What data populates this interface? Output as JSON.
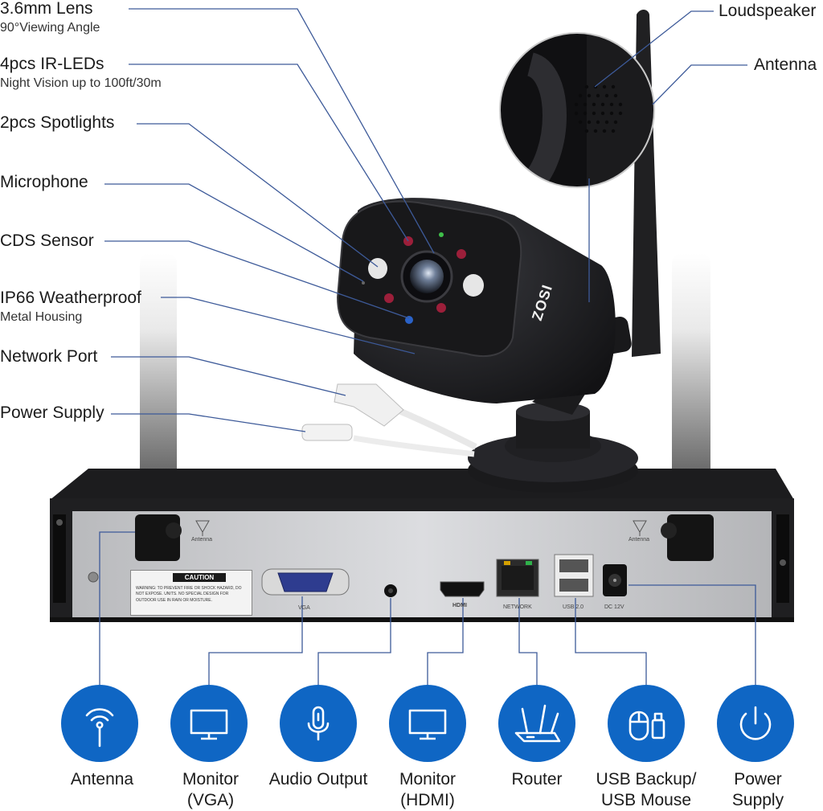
{
  "callouts": {
    "lens": {
      "title": "3.6mm Lens",
      "subtitle": "90°Viewing Angle"
    },
    "ir_leds": {
      "title": "4pcs IR-LEDs",
      "subtitle": "Night Vision up to 100ft/30m"
    },
    "spotlights": {
      "title": "2pcs Spotlights"
    },
    "microphone": {
      "title": "Microphone"
    },
    "cds_sensor": {
      "title": "CDS Sensor"
    },
    "weatherproof": {
      "title": "IP66 Weatherproof",
      "subtitle": "Metal Housing"
    },
    "network_port": {
      "title": "Network Port"
    },
    "power_supply": {
      "title": "Power Supply"
    },
    "loudspeaker": {
      "title": "Loudspeaker"
    },
    "antenna": {
      "title": "Antenna"
    }
  },
  "camera": {
    "brand": "ZOSI"
  },
  "nvr": {
    "antenna_left": "Antenna",
    "antenna_right": "Antenna",
    "caution_title": "CAUTION",
    "caution_text": "WARNING: TO PREVENT FIRE OR SHOCK HAZARD, DO NOT EXPOSE. UNITS. NO SPECIAL DESIGN FOR OUTDOOR USE IN RAIN OR MOISTURE.",
    "vga": "VGA",
    "hdmi": "HDMI",
    "network": "NETWORK",
    "usb": "USB 2.0",
    "dc": "DC 12V"
  },
  "connections": [
    {
      "label": "Antenna",
      "icon": "wifi-antenna-icon"
    },
    {
      "label": "Monitor\n(VGA)",
      "icon": "monitor-icon"
    },
    {
      "label": "Audio Output",
      "icon": "microphone-icon"
    },
    {
      "label": "Monitor\n(HDMI)",
      "icon": "monitor-icon"
    },
    {
      "label": "Router",
      "icon": "router-icon"
    },
    {
      "label": "USB Backup/\nUSB Mouse",
      "icon": "mouse-usb-icon"
    },
    {
      "label": "Power\nSupply",
      "icon": "power-icon"
    }
  ],
  "colors": {
    "accent": "#0f66c4",
    "leader": "#3d5a99",
    "nvr_panel": "#c9cacd",
    "device": "#1c1c1e"
  }
}
